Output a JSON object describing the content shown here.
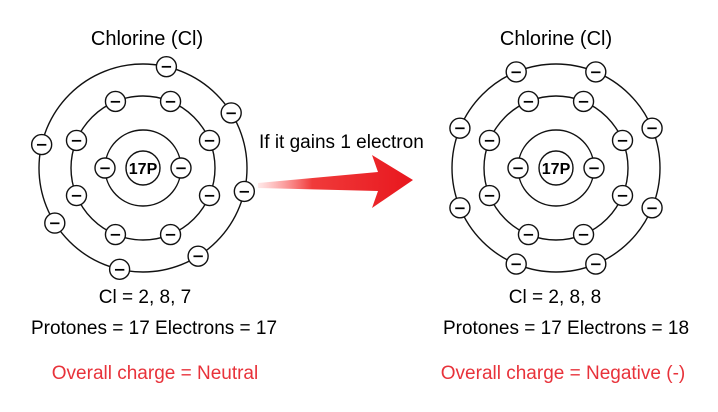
{
  "colors": {
    "accent_red": "#e8323a",
    "stroke": "#111111"
  },
  "arrow_label": "If it gains 1 electron",
  "electron_symbol": "−",
  "atoms": [
    {
      "title": "Chlorine (Cl)",
      "nucleus": "17P",
      "electron_configuration": "Cl = 2, 8, 7",
      "counts": "Protones = 17 Electrons = 17",
      "overall_charge": "Overall charge = Neutral",
      "shell_electrons": [
        2,
        8,
        7
      ]
    },
    {
      "title": "Chlorine (Cl)",
      "nucleus": "17P",
      "electron_configuration": "Cl = 2, 8, 8",
      "counts": "Protones = 17 Electrons = 18",
      "overall_charge": "Overall charge = Negative (-)",
      "shell_electrons": [
        2,
        8,
        8
      ]
    }
  ]
}
